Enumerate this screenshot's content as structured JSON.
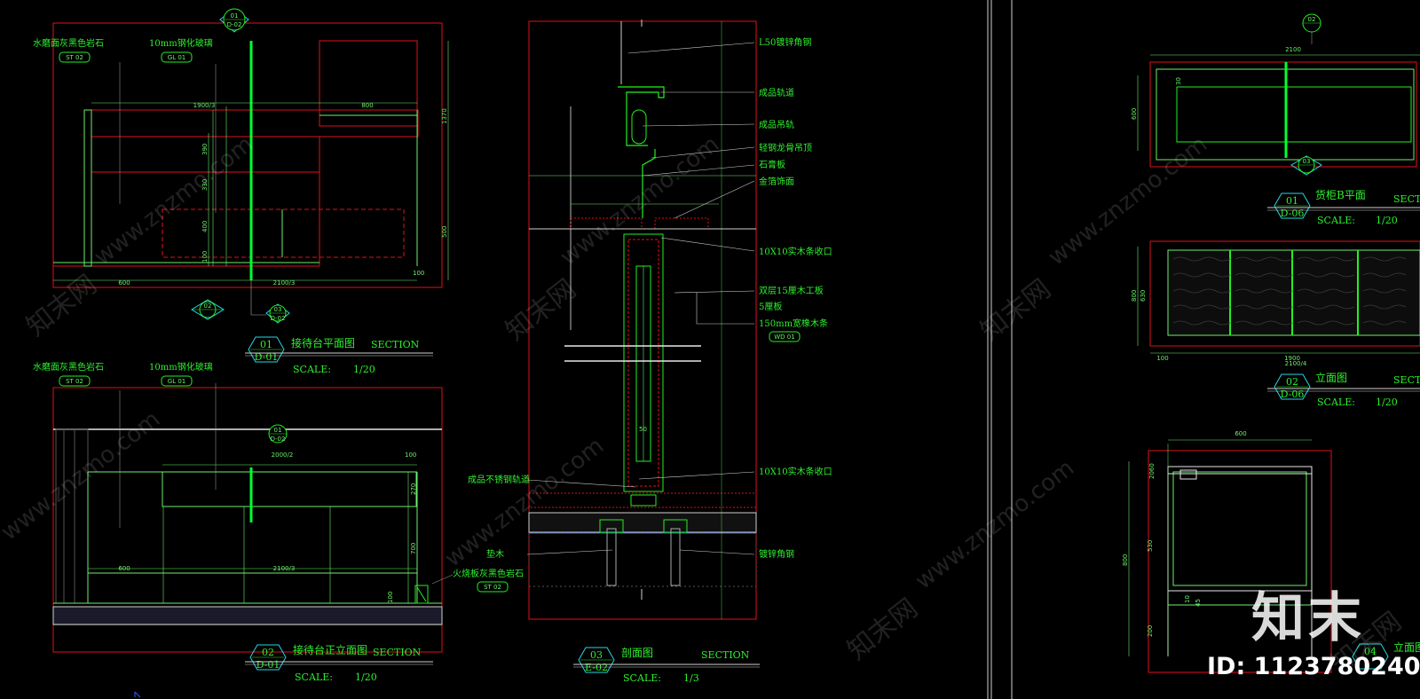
{
  "colors": {
    "border": "#e0101a",
    "green": "#22f022",
    "bright_green": "#00ff30",
    "white_line": "#e8e8e8",
    "cyan": "#22d8e8",
    "background": "#000000"
  },
  "panel_plan": {
    "callout_top": {
      "num": "01",
      "ref": "D-02"
    },
    "label_left": "水磨面灰黑色岩石",
    "tag_left": "ST 02",
    "label_mid": "10mm钢化玻璃",
    "tag_mid": "GL 01",
    "dims": {
      "top_a": "1900/3",
      "top_b": "800",
      "right_a": "1370",
      "right_b": "500",
      "right_c": "100",
      "v1": "390",
      "v2": "330",
      "v3": "400",
      "v4": "100",
      "bottom_a": "600",
      "bottom_b": "2100/3"
    },
    "marker_left": {
      "num": "02"
    },
    "marker_right": {
      "num": "03",
      "ref": "D-02"
    },
    "title_badge": {
      "num": "01",
      "ref": "D-01"
    },
    "title": "接待台平面图",
    "section": "SECTION",
    "scale_label": "SCALE:",
    "scale": "1/20"
  },
  "panel_elev": {
    "label_left": "水磨面灰黑色岩石",
    "tag_left": "ST 02",
    "label_mid": "10mm钢化玻璃",
    "tag_mid": "GL 01",
    "callout": {
      "num": "01",
      "ref": "D-02"
    },
    "dims": {
      "top": "2000/2",
      "top_r": "100",
      "r1": "270",
      "r2": "700",
      "r3": "100",
      "mid_a": "600",
      "mid_b": "2100/3"
    },
    "label_right": "火烧板灰黑色岩石",
    "tag_right": "ST 02",
    "title_badge": {
      "num": "02",
      "ref": "D-01"
    },
    "title": "接待台正立面图",
    "section": "SECTION",
    "scale_label": "SCALE:",
    "scale": "1/20"
  },
  "panel_section": {
    "labels": [
      "L50镀锌角钢",
      "成品轨道",
      "成品吊轨",
      "轻钢龙骨吊顶",
      "石膏板",
      "金箔饰面",
      "10X10实木条收口",
      "双层15厘木工板",
      "5厘板",
      "150mm宽橡木条"
    ],
    "tag_wd": "WD 01",
    "label_r2": "10X10实木条收口",
    "label_left": "成品不锈钢轨道",
    "label_bottom_left": "垫木",
    "label_bottom_right": "镀锌角钢",
    "dim_mid": "50",
    "title_badge": {
      "num": "03",
      "ref": "E-02"
    },
    "title": "剖面图",
    "section": "SECTION",
    "scale_label": "SCALE:",
    "scale": "1/3"
  },
  "panel_right": {
    "callout_top": {
      "num": "02"
    },
    "dim_top": "2100",
    "dim_left": "600",
    "dim_inner": "30",
    "marker_bottom": {
      "num": "03"
    },
    "title1_badge": {
      "num": "01",
      "ref": "D-06"
    },
    "title1": "货柜B平面",
    "section1": "SECTIO",
    "scale1_label": "SCALE:",
    "scale1": "1/20",
    "dims2": {
      "left_a": "800",
      "left_b": "630",
      "bottom_a": "100",
      "bottom_b": "1900",
      "bottom_c": "2100/4"
    },
    "title2_badge": {
      "num": "02",
      "ref": "D-06"
    },
    "title2": "立面图",
    "section2": "SECTIO",
    "scale2_label": "SCALE:",
    "scale2": "1/20",
    "dims3": {
      "top": "600",
      "l1": "2060",
      "l2": "530",
      "l3": "800",
      "l4": "200",
      "r1": "10",
      "r2": "45"
    },
    "title3_badge": {
      "num": "04"
    },
    "title3": "立面图"
  },
  "watermark": {
    "text_cn": "知末网",
    "text_url": "www.znzmo.com"
  },
  "brand": {
    "logo": "知末",
    "id": "ID: 1123780240"
  }
}
